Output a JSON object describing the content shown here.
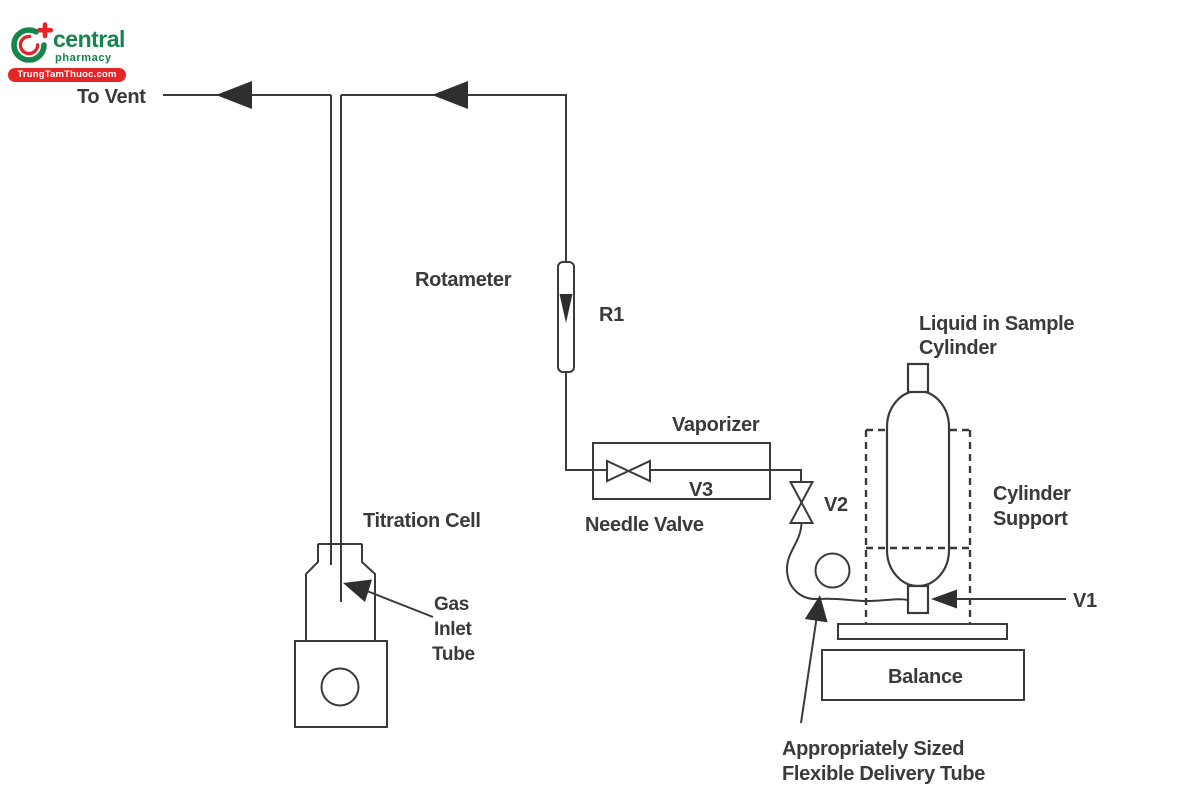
{
  "logo": {
    "brand": "central",
    "brand_sub": "pharmacy",
    "badge": "TrungTamThuoc.com",
    "green": "#15854b",
    "red": "#e52629"
  },
  "diagram": {
    "line_color": "#3a3a3a",
    "labels": {
      "to_vent": "To Vent",
      "rotameter": "Rotameter",
      "r1": "R1",
      "vaporizer": "Vaporizer",
      "v3": "V3",
      "needle_valve": "Needle Valve",
      "v2": "V2",
      "liquid_line1": "Liquid in Sample",
      "liquid_line2": "Cylinder",
      "support_line1": "Cylinder",
      "support_line2": "Support",
      "v1": "V1",
      "balance": "Balance",
      "titration_cell": "Titration Cell",
      "gas_line1": "Gas",
      "gas_line2": "Inlet",
      "gas_line3": "Tube",
      "flex_line1": "Appropriately Sized",
      "flex_line2": "Flexible Delivery Tube"
    }
  }
}
